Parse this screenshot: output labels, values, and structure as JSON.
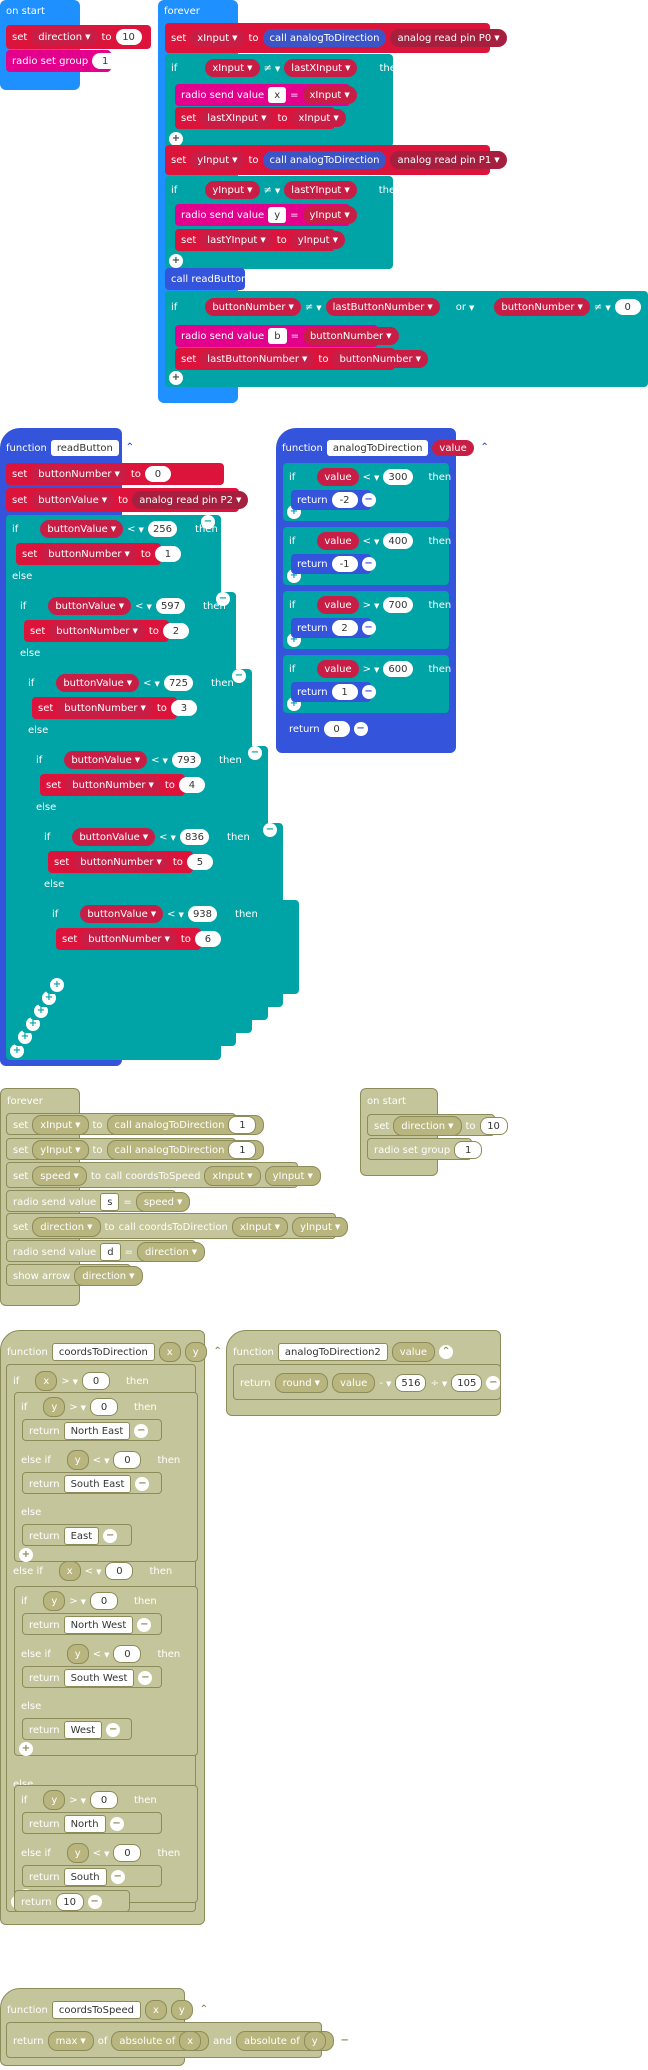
{
  "on_start": {
    "title": "on start",
    "set": "set",
    "to": "to",
    "var_direction": "direction",
    "value_10": "10",
    "radio_group": "radio set group",
    "value_1": "1"
  },
  "forever": {
    "title": "forever",
    "set": "set",
    "to": "to",
    "if": "if",
    "then": "then",
    "or": "or",
    "neq": "≠",
    "xInput": "xInput",
    "yInput": "yInput",
    "lastXInput": "lastXInput",
    "lastYInput": "lastYInput",
    "call_analog": "call analogToDirection",
    "read_p0": "analog read pin  P0",
    "read_p1": "analog read pin  P1",
    "radio_send": "radio send value",
    "str_x": " x ",
    "str_y": " y ",
    "str_b": " b ",
    "eq": "=",
    "call_readButton": "call readButton",
    "buttonNumber": "buttonNumber",
    "lastButtonNumber": "lastButtonNumber",
    "value_0": "0"
  },
  "readButton": {
    "function_kw": "function",
    "name": "readButton",
    "set": "set",
    "to": "to",
    "if": "if",
    "then": "then",
    "else": "else",
    "buttonNumber": "buttonNumber",
    "buttonValue": "buttonValue",
    "read_p2": "analog read pin  P2",
    "lt": "<",
    "thresholds": [
      "256",
      "597",
      "725",
      "793",
      "836",
      "938"
    ],
    "numbers": [
      "1",
      "2",
      "3",
      "4",
      "5",
      "6"
    ],
    "zero": "0"
  },
  "analogToDirection": {
    "function_kw": "function",
    "name": "analogToDirection",
    "param": "value",
    "if": "if",
    "then": "then",
    "return": "return",
    "lt": "<",
    "gt": ">",
    "clauses": [
      {
        "op": "<",
        "cmp": "300",
        "ret": "-2"
      },
      {
        "op": "<",
        "cmp": "400",
        "ret": "-1"
      },
      {
        "op": ">",
        "cmp": "700",
        "ret": "2"
      },
      {
        "op": ">",
        "cmp": "600",
        "ret": "1"
      }
    ],
    "final": "0"
  },
  "forever2": {
    "title": "forever",
    "set": "set",
    "to": "to",
    "xInput": "xInput",
    "yInput": "yInput",
    "speed": "speed",
    "direction": "direction",
    "call_analog": "call analogToDirection",
    "one": "1",
    "call_speed": "call coordsToSpeed",
    "call_dir": "call coordsToDirection",
    "radio_send": "radio send value",
    "str_s": " s ",
    "str_d": " d ",
    "eq": "=",
    "show_arrow": "show arrow"
  },
  "on_start2": {
    "title": "on start",
    "set": "set",
    "to": "to",
    "direction": "direction",
    "ten": "10",
    "radio_group": "radio set group",
    "one": "1"
  },
  "coordsToDirection": {
    "function_kw": "function",
    "name": "coordsToDirection",
    "px": "x",
    "py": "y",
    "if": "if",
    "else_if": "else if",
    "else": "else",
    "then": "then",
    "return": "return",
    "gt": ">",
    "lt": "<",
    "zero": "0",
    "ne": "North East",
    "se": "South East",
    "e": "East",
    "nw": "North West",
    "sw": "South West",
    "w": "West",
    "n": "North",
    "s": "South",
    "final": "10"
  },
  "analogToDirection2": {
    "function_kw": "function",
    "name": "analogToDirection2",
    "param": "value",
    "return": "return",
    "round": "round",
    "minus": "-",
    "div": "÷",
    "v1": "516",
    "v2": "105"
  },
  "coordsToSpeed": {
    "function_kw": "function",
    "name": "coordsToSpeed",
    "px": "x",
    "py": "y",
    "return": "return",
    "max": "max",
    "of": "of",
    "absolute": "absolute of",
    "and": "and"
  }
}
